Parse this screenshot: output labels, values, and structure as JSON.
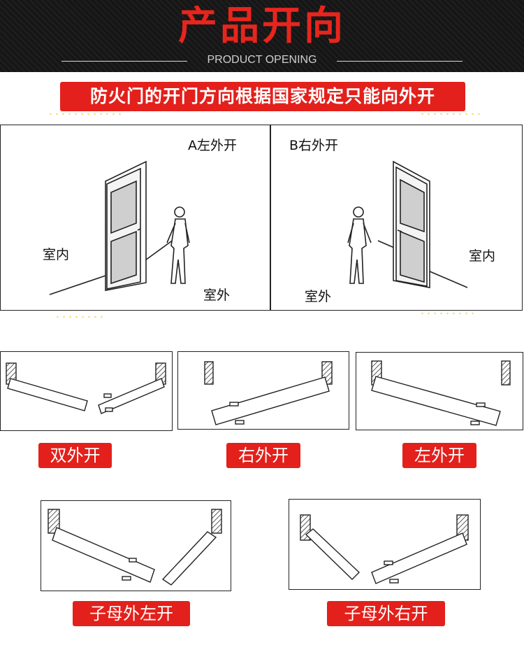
{
  "header": {
    "title": "产品开向",
    "subtitle": "PRODUCT OPENING"
  },
  "banner": "防火门的开门方向根据国家规定只能向外开",
  "scenes": {
    "left": {
      "label": "A左外开",
      "inside": "室内",
      "outside": "室外"
    },
    "right": {
      "label": "B右外开",
      "inside": "室内",
      "outside": "室外"
    }
  },
  "diagrams": {
    "double_out": "双外开",
    "right_out": "右外开",
    "left_out": "左外开",
    "mother_left": "子母外左开",
    "mother_right": "子母外右开"
  },
  "colors": {
    "accent": "#e3201b",
    "header_bg": "#161616"
  }
}
